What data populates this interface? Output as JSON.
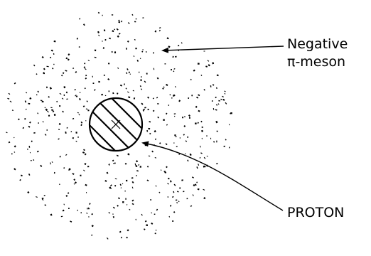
{
  "labels": {
    "meson_line1": "Negative",
    "meson_line2": "π-meson",
    "proton": "PROTON"
  },
  "colors": {
    "ink": "#000000",
    "background": "#ffffff"
  }
}
